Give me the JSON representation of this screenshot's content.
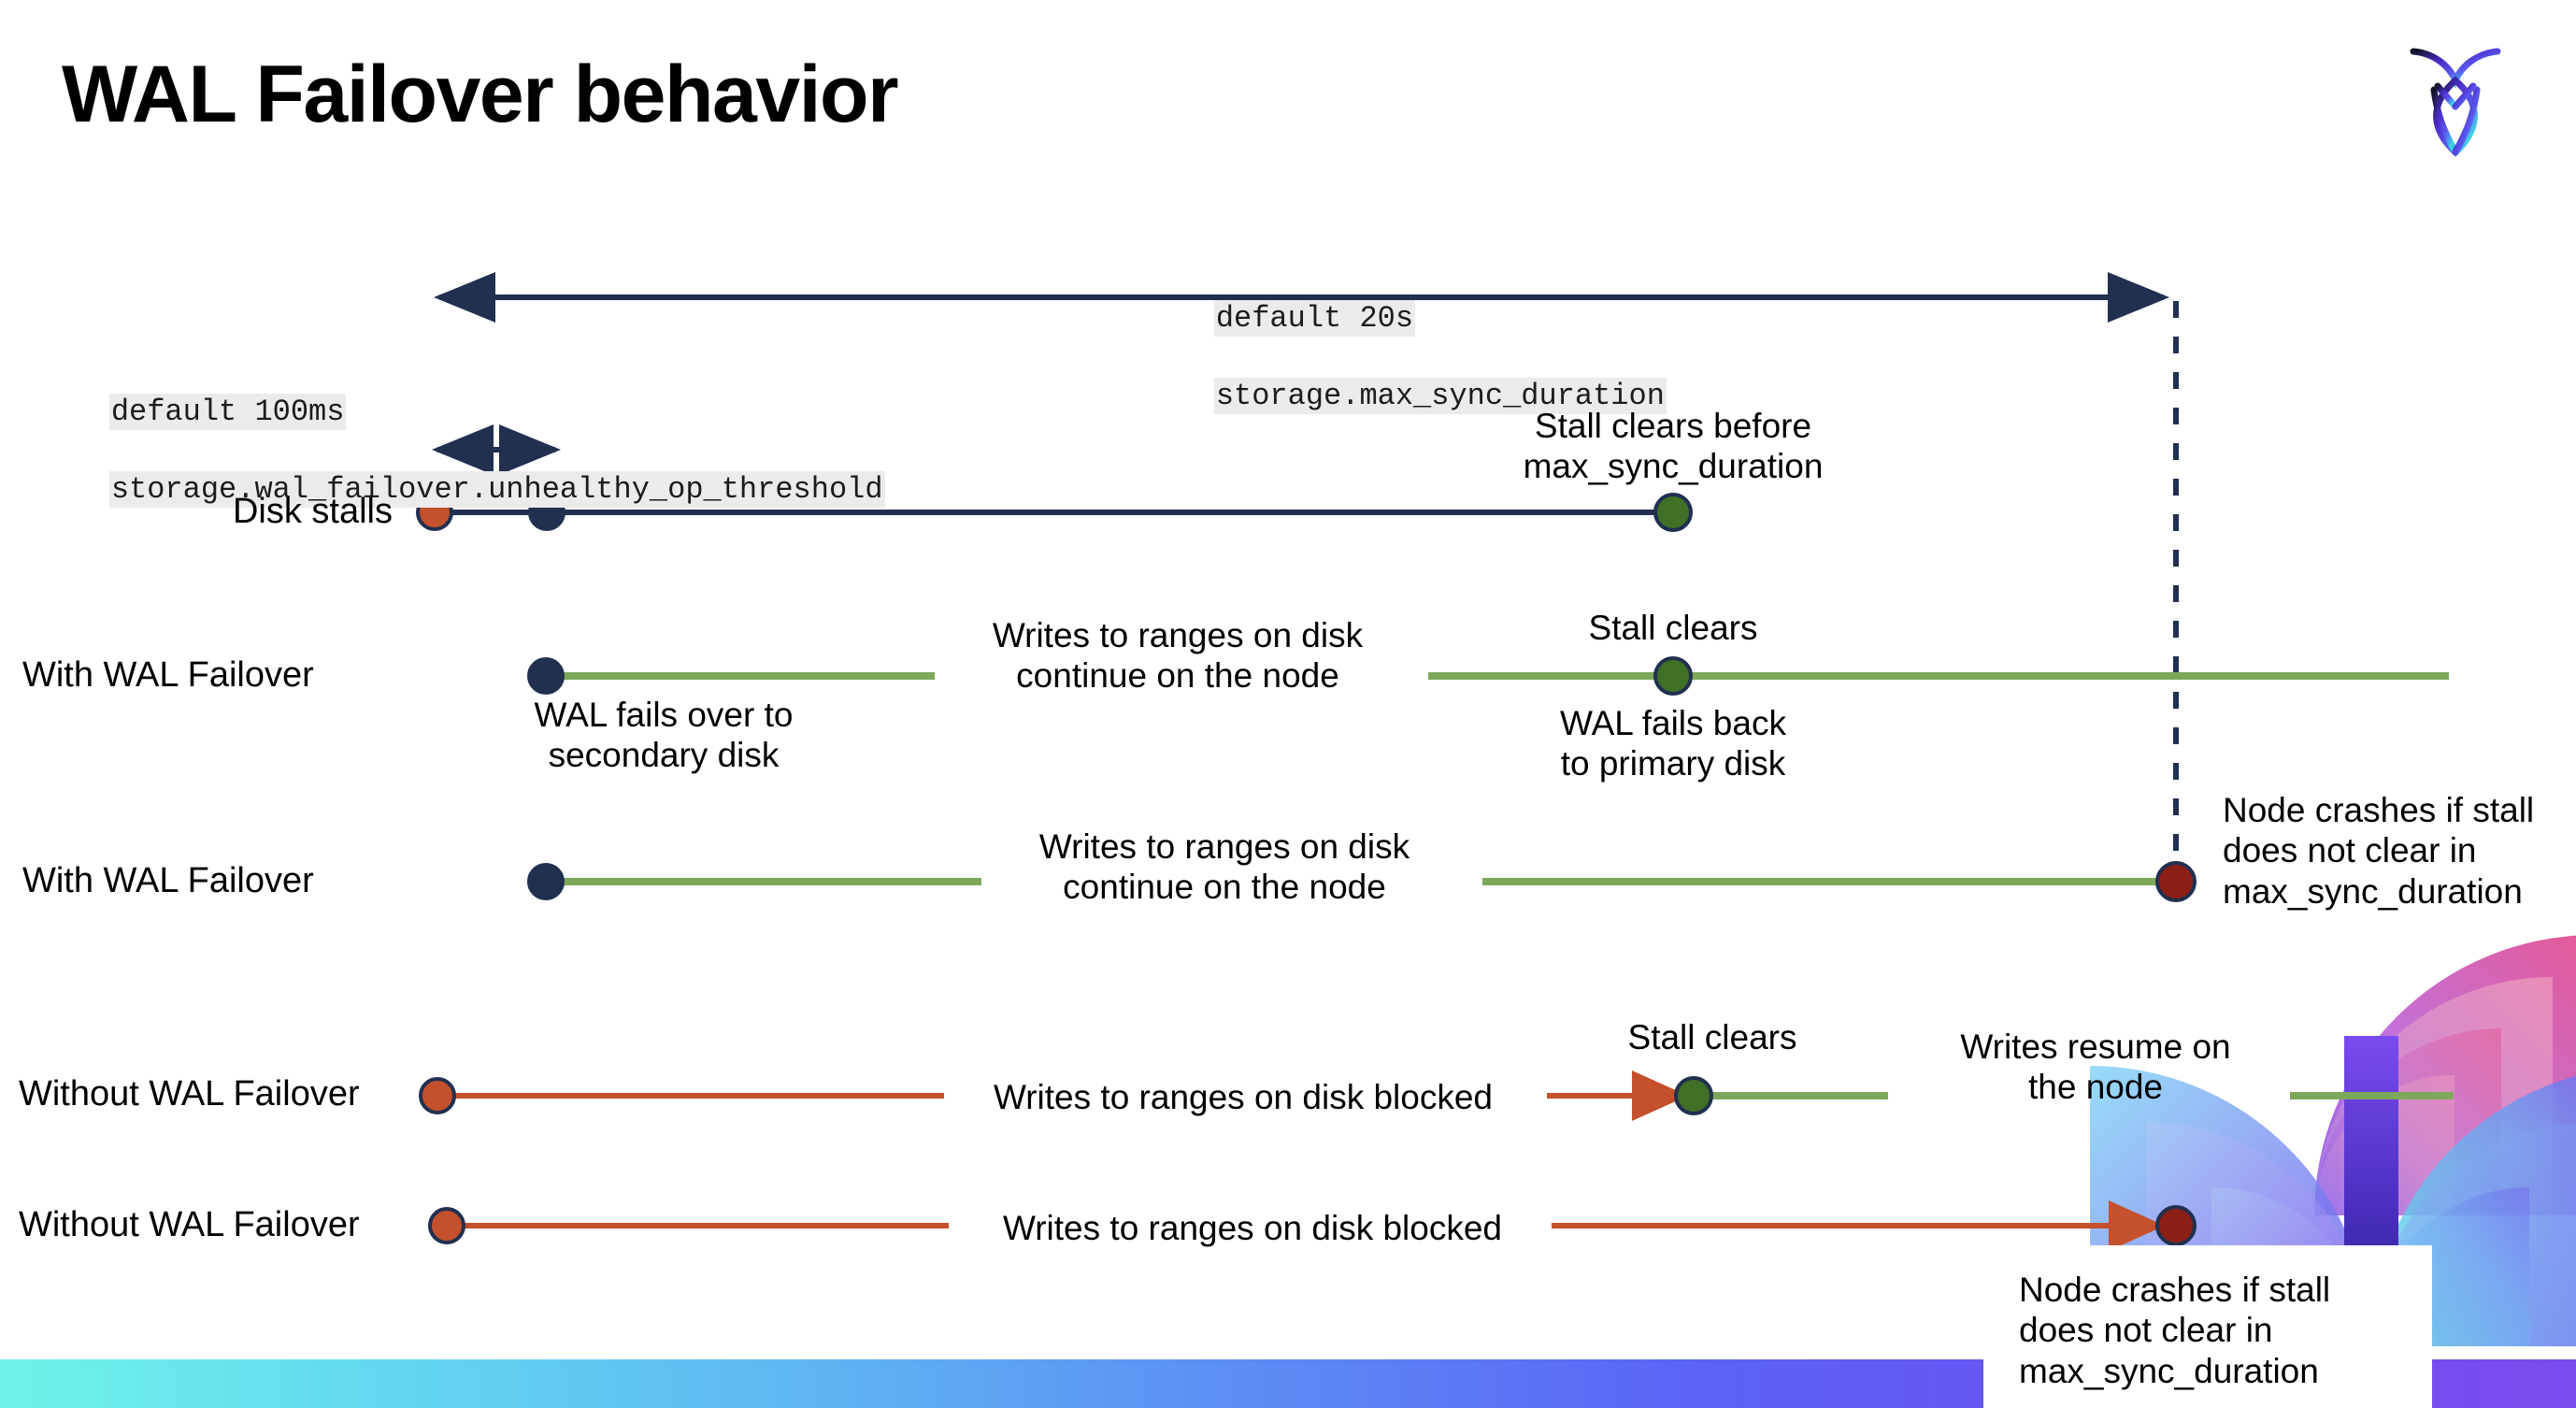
{
  "slide": {
    "title": "WAL Failover behavior",
    "logo_name": "cockroachdb-logo"
  },
  "annotations": {
    "max_sync": {
      "default_line": "default 20s",
      "setting_line": "storage.max_sync_duration"
    },
    "unhealthy_op": {
      "default_line": "default 100ms",
      "setting_line": "storage.wal_failover.unhealthy_op_threshold"
    }
  },
  "rows": [
    {
      "id": "disk-stalls",
      "label": "Disk stalls",
      "note_above_green": "Stall clears before\nmax_sync_duration"
    },
    {
      "id": "with-wal-failover-1",
      "label": "With WAL Failover",
      "note_start_below": "WAL fails over to\nsecondary disk",
      "note_mid": "Writes to ranges on disk\ncontinue on the node",
      "note_clear_above": "Stall clears",
      "note_clear_below": "WAL fails  back\nto primary disk"
    },
    {
      "id": "with-wal-failover-2",
      "label": "With WAL Failover",
      "note_mid": "Writes to ranges on disk\ncontinue on the node",
      "note_crash": "Node crashes if stall\ndoes not clear in\nmax_sync_duration"
    },
    {
      "id": "without-wal-failover-1",
      "label": "Without WAL Failover",
      "note_mid": "Writes to ranges on disk  blocked",
      "note_clear_above": "Stall clears",
      "note_resume": "Writes resume on\nthe node"
    },
    {
      "id": "without-wal-failover-2",
      "label": "Without WAL Failover",
      "note_mid": "Writes to ranges on disk  blocked",
      "note_crash": "Node crashes if stall\ndoes not clear in\nmax_sync_duration"
    }
  ],
  "colors": {
    "navy": "#21304F",
    "orange": "#C4502C",
    "green_line": "#7DA85A",
    "green_dot": "#3F7026",
    "dark_red": "#8C1E16",
    "code_bg": "#EBEBEB",
    "band_start": "#6FF3E8",
    "band_end": "#7B4BEE"
  }
}
